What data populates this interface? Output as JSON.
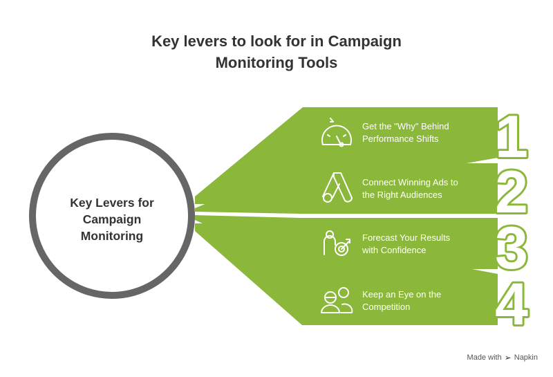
{
  "title": {
    "line1": "Key levers to look for in Campaign",
    "line2": "Monitoring Tools"
  },
  "center": {
    "line1": "Key Levers for",
    "line2": "Campaign",
    "line3": "Monitoring"
  },
  "levers": [
    {
      "number": "1",
      "icon": "speedometer-icon",
      "line1": "Get the \"Why\" Behind",
      "line2": "Performance Shifts"
    },
    {
      "number": "2",
      "icon": "google-ads-icon",
      "line1": "Connect Winning Ads to",
      "line2": "the Right Audiences"
    },
    {
      "number": "3",
      "icon": "person-target-icon",
      "line1": "Forecast Your Results",
      "line2": "with Confidence"
    },
    {
      "number": "4",
      "icon": "competitors-icon",
      "line1": "Keep an Eye on the",
      "line2": "Competition"
    }
  ],
  "watermark": {
    "prefix": "Made with",
    "brand": "Napkin"
  },
  "colors": {
    "green": "#8BB83A",
    "circle": "#666666",
    "text": "#333333",
    "white": "#FFFFFF"
  }
}
